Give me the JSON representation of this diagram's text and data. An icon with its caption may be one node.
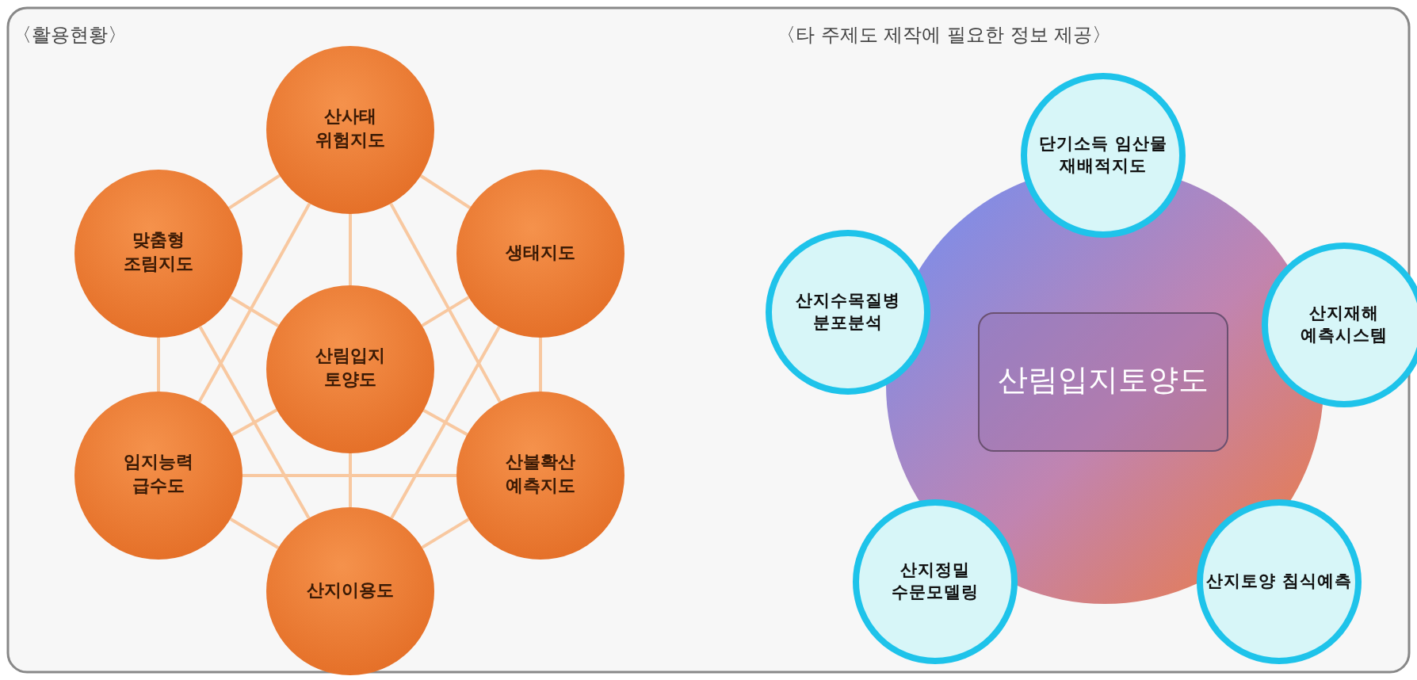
{
  "diagram": {
    "nodes": [
      {
        "text": [
          "산사태 위험지도"
        ]
      },
      {
        "text": [
          "맞춤형 조림지도"
        ]
      },
      {
        "text": [
          "생태지도"
        ]
      },
      {
        "text": [
          "산림입지 토양도"
        ]
      },
      {
        "text": [
          "임지능력 급수도"
        ]
      },
      {
        "text": [
          "산불확산 예측지도"
        ]
      },
      {
        "text": [
          "산지이용도"
        ]
      },
      {
        "text": [
          "산림입지토양도"
        ]
      },
      {
        "text": [
          "단기소득 임산물 재배적지도"
        ]
      },
      {
        "text": [
          "산지수목질병 분포분석"
        ]
      },
      {
        "text": [
          "산지재해 예측시스템"
        ]
      },
      {
        "text": [
          "산지정밀 수문모델링"
        ]
      },
      {
        "text": [
          "산지토양 침식예측"
        ]
      }
    ],
    "edges": [
      {
        "from": 0,
        "to": 1,
        "arrow": "none"
      },
      {
        "from": 0,
        "to": 2,
        "arrow": "none"
      },
      {
        "from": 0,
        "to": 3,
        "arrow": "none"
      },
      {
        "from": 0,
        "to": 4,
        "arrow": "none"
      },
      {
        "from": 0,
        "to": 5,
        "arrow": "none"
      },
      {
        "from": 1,
        "to": 3,
        "arrow": "none"
      },
      {
        "from": 1,
        "to": 4,
        "arrow": "none"
      },
      {
        "from": 1,
        "to": 6,
        "arrow": "none"
      },
      {
        "from": 2,
        "to": 3,
        "arrow": "none"
      },
      {
        "from": 2,
        "to": 5,
        "arrow": "none"
      },
      {
        "from": 2,
        "to": 6,
        "arrow": "none"
      },
      {
        "from": 3,
        "to": 4,
        "arrow": "none"
      },
      {
        "from": 3,
        "to": 5,
        "arrow": "none"
      },
      {
        "from": 3,
        "to": 6,
        "arrow": "none"
      },
      {
        "from": 4,
        "to": 5,
        "arrow": "none"
      },
      {
        "from": 4,
        "to": 6,
        "arrow": "none"
      },
      {
        "from": 5,
        "to": 6,
        "arrow": "none"
      }
    ],
    "labels": [
      "〈활용현황〉",
      "〈타 주제도 제작에 필요한 정보 제공〉"
    ]
  }
}
